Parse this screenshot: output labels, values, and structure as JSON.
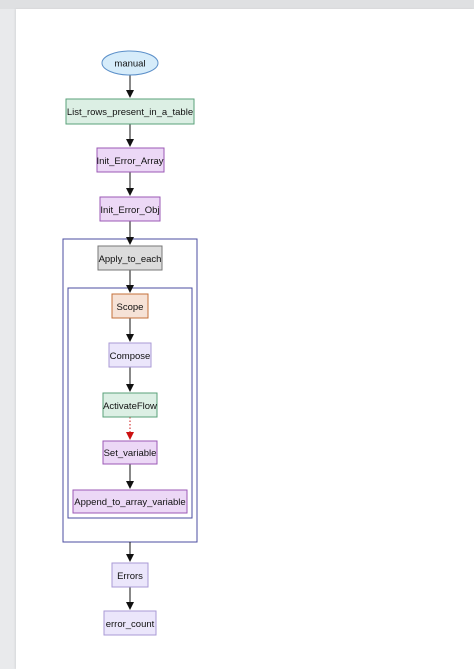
{
  "diagram": {
    "nodes": {
      "manual": "manual",
      "list_rows": "List_rows_present_in_a_table",
      "init_error_array": "Init_Error_Array",
      "init_error_obj": "Init_Error_Obj",
      "apply_to_each": "Apply_to_each",
      "scope": "Scope",
      "compose": "Compose",
      "activate_flow": "ActivateFlow",
      "set_variable": "Set_variable",
      "append_to_array": "Append_to_array_variable",
      "errors": "Errors",
      "error_count": "error_count"
    },
    "colors": {
      "ellipse_fill": "#d6ecfa",
      "ellipse_stroke": "#5b8fc9",
      "green_fill": "#dcefe4",
      "green_stroke": "#5aa27a",
      "purple_fill": "#ecd8f6",
      "purple_stroke": "#9b59b6",
      "gray_fill": "#dcdcdc",
      "gray_stroke": "#777777",
      "orange_fill": "#f6e2d6",
      "orange_stroke": "#c4703a",
      "lavender_fill": "#ebe6fb",
      "lavender_stroke": "#a99ad6",
      "container_stroke": "#4b4ea0",
      "edge": "#111111",
      "dotted_edge": "#cc1111"
    }
  }
}
